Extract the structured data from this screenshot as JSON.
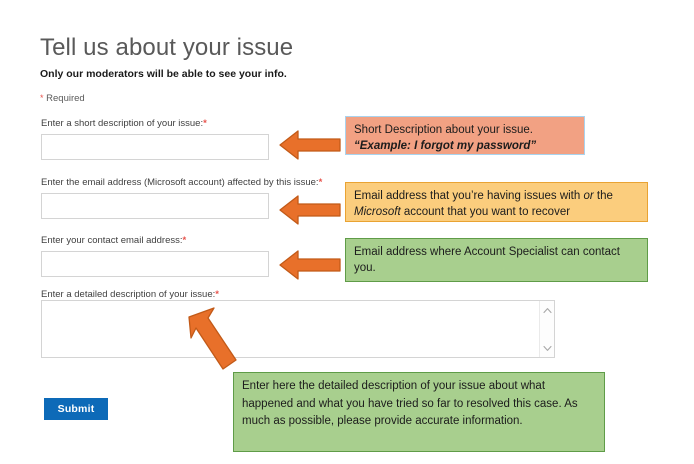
{
  "page": {
    "title": "Tell us about your issue",
    "moderator_note": "Only our moderators will be able to see your info.",
    "required_note": "Required",
    "required_star": "*"
  },
  "form": {
    "fields": [
      {
        "label": "Enter a short description of your issue:",
        "required_marker": "*",
        "value": "",
        "placeholder": "",
        "type": "text"
      },
      {
        "label": "Enter the email address (Microsoft account) affected by this issue:",
        "required_marker": "*",
        "value": "",
        "placeholder": "",
        "type": "text"
      },
      {
        "label": "Enter your contact email address:",
        "required_marker": "*",
        "value": "",
        "placeholder": "",
        "type": "text"
      },
      {
        "label": "Enter a detailed description of your issue:",
        "required_marker": "*",
        "value": "",
        "placeholder": "",
        "type": "textarea"
      }
    ],
    "submit_label": "Submit"
  },
  "scrollbar": {
    "up_glyph": "⌃",
    "down_glyph": "⌄"
  },
  "callouts": [
    {
      "id": "short-description",
      "line1": "Short Description about your issue.",
      "line2": "“Example: I forgot my password”",
      "background": "#f2a183",
      "border": "#a9d3ee"
    },
    {
      "id": "affected-email",
      "part1": "Email address that you’re having issues with ",
      "em1": "or",
      "part2": " the ",
      "em2": "Microsoft",
      "part3": " account that you want to recover",
      "background": "#fbcd7d",
      "border": "#e9a333"
    },
    {
      "id": "contact-email",
      "text": "Email address where Account Specialist can contact you.",
      "background": "#a8cf8e",
      "border": "#5f9c48"
    },
    {
      "id": "detailed-description",
      "text": "Enter here the detailed description of your issue about what happened and what you have tried so far to resolved this case. As much as possible, please provide accurate information.",
      "background": "#a8cf8e",
      "border": "#5f9c48"
    }
  ],
  "arrows": {
    "fill": "#e8702a",
    "stroke": "#c25a18"
  },
  "colors": {
    "submit_background": "#0d6ab8",
    "title_text": "#595959",
    "required_star": "#e8554e"
  }
}
